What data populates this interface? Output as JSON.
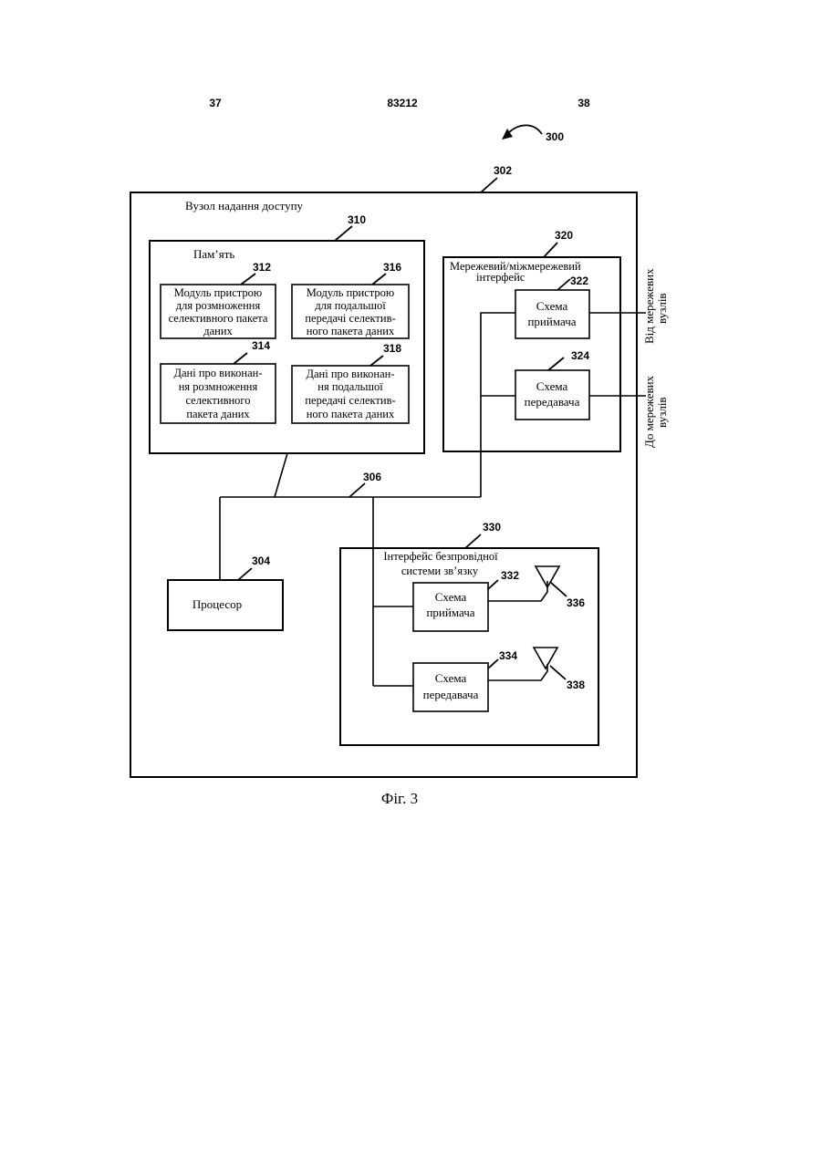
{
  "header": {
    "page_left": "37",
    "patent_number": "83212",
    "page_right": "38"
  },
  "diagram": {
    "figure_ref": "300",
    "access_node": {
      "ref": "302",
      "label": "Вузол надання доступу"
    },
    "memory": {
      "ref": "310",
      "label": "Пам’ять"
    },
    "module_312": {
      "ref": "312",
      "lines": [
        "Модуль пристрою",
        "для розмноження",
        "селективного пакета",
        "даних"
      ]
    },
    "module_316": {
      "ref": "316",
      "lines": [
        "Модуль пристрою",
        "для подальшої",
        "передачі селектив-",
        "ного пакета даних"
      ]
    },
    "data_314": {
      "ref": "314",
      "lines": [
        "Дані про виконан-",
        "ня розмноження",
        "селективного",
        "пакета даних"
      ]
    },
    "data_318": {
      "ref": "318",
      "lines": [
        "Дані про виконан-",
        "ня подальшої",
        "передачі селектив-",
        "ного пакета даних"
      ]
    },
    "network_interface": {
      "ref": "320",
      "lines": [
        "Мережевий/міжмережевий",
        "інтерфейс"
      ]
    },
    "rx_322": {
      "ref": "322",
      "lines": [
        "Схема",
        "приймача"
      ]
    },
    "tx_324": {
      "ref": "324",
      "lines": [
        "Схема",
        "передавача"
      ]
    },
    "from_nodes": [
      "Від мережевих",
      "вузлів"
    ],
    "to_nodes": [
      "До мережевих",
      "вузлів"
    ],
    "bus": {
      "ref": "306"
    },
    "processor": {
      "ref": "304",
      "label": "Процесор"
    },
    "wireless_interface": {
      "ref": "330",
      "lines": [
        "Інтерфейс безпровідної",
        "системи зв’язку"
      ]
    },
    "rx_332": {
      "ref": "332",
      "lines": [
        "Схема",
        "приймача"
      ]
    },
    "tx_334": {
      "ref": "334",
      "lines": [
        "Схема",
        "передавача"
      ]
    },
    "antenna_336": {
      "ref": "336"
    },
    "antenna_338": {
      "ref": "338"
    }
  },
  "caption": "Фіг. 3"
}
